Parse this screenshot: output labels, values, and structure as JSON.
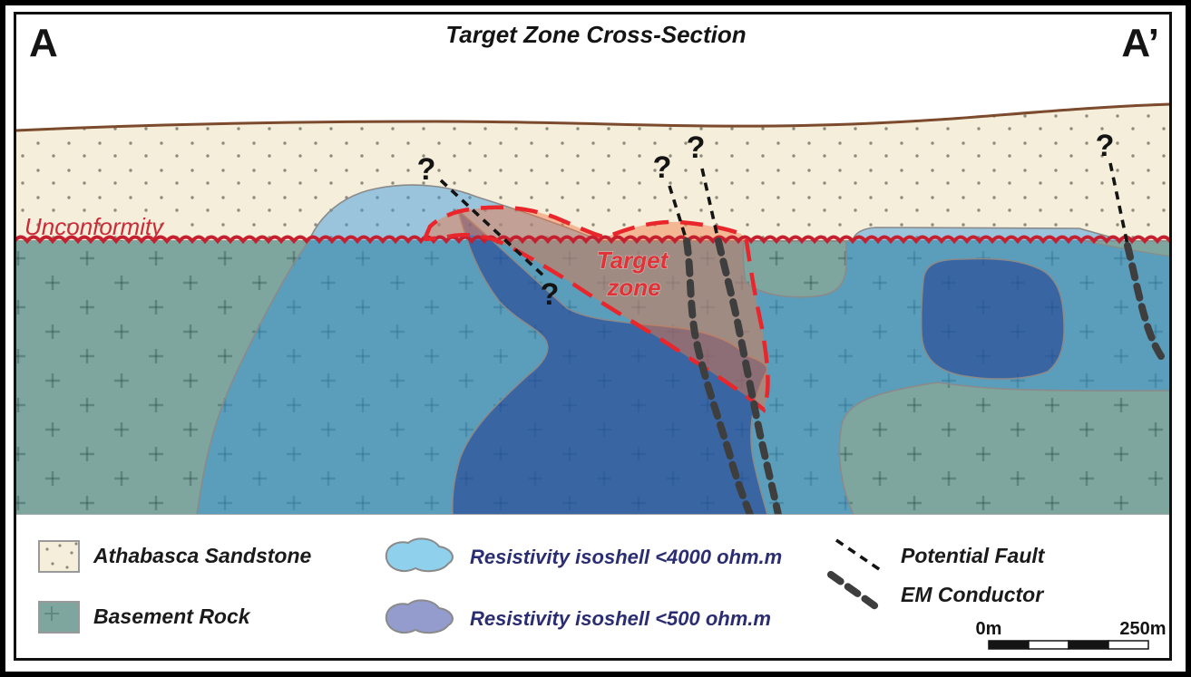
{
  "title": "Target Zone Cross-Section",
  "section_markers": {
    "left": "A",
    "right": "A’"
  },
  "annotations": {
    "unconformity": "Unconformity",
    "target_zone_line1": "Target",
    "target_zone_line2": "zone",
    "question_mark": "?"
  },
  "legend": {
    "items": [
      {
        "label": "Athabasca Sandstone",
        "swatch": "sandstone-dotted-rect"
      },
      {
        "label": "Basement Rock",
        "swatch": "basement-plus-rect"
      },
      {
        "label": "Resistivity isoshell <4000 ohm.m",
        "swatch": "light-blue-blob"
      },
      {
        "label": "Resistivity isoshell <500 ohm.m",
        "swatch": "purple-blue-blob"
      },
      {
        "label": "Potential Fault",
        "swatch": "black-dashed-line"
      },
      {
        "label": "EM Conductor",
        "swatch": "dark-wavy-dashed-line"
      }
    ]
  },
  "scale_bar": {
    "start_label": "0m",
    "end_label": "250m"
  },
  "colors": {
    "sandstone": "#f5eedb",
    "basement": "#7fa69e",
    "isoshell_4000_legend": "#8fd0ec",
    "isoshell_500_legend": "#939ccd",
    "target_outline_red": "#e8262b",
    "unconformity_red": "#c4202f",
    "fault_black": "#141414",
    "em_conductor_gray": "#3e3e3e",
    "resistivity_text_navy": "#2b2d72",
    "surface_brown": "#7c4a2c"
  }
}
